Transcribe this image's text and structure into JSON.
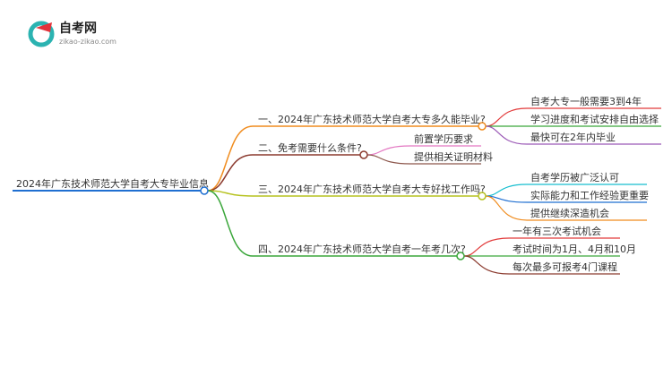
{
  "logo": {
    "name": "自考网",
    "url": "zikao-zikao.com"
  },
  "mindmap": {
    "root": "2024年广东技术师范大学自考大专毕业信息",
    "branches": [
      {
        "label": "一、2024年广东技术师范大学自考大专多久能毕业?",
        "color": "#f08c1e",
        "children": [
          {
            "label": "自考大专一般需要3到4年",
            "color": "#e23b3b"
          },
          {
            "label": "学习进度和考试安排自由选择",
            "color": "#3aa63a"
          },
          {
            "label": "最快可在2年内毕业",
            "color": "#9b59b6"
          }
        ]
      },
      {
        "label": "二、免考需要什么条件?",
        "color": "#8b3a2e",
        "children": [
          {
            "label": "前置学历要求",
            "color": "#e377c2"
          },
          {
            "label": "提供相关证明材料",
            "color": "#8c564b"
          }
        ]
      },
      {
        "label": "三、2024年广东技术师范大学自考大专好找工作吗?",
        "color": "#b6c21f",
        "children": [
          {
            "label": "自考学历被广泛认可",
            "color": "#17becf"
          },
          {
            "label": "实际能力和工作经验更重要",
            "color": "#1f6fd1"
          },
          {
            "label": "提供继续深造机会",
            "color": "#f08c1e"
          }
        ]
      },
      {
        "label": "四、2024年广东技术师范大学自考一年考几次?",
        "color": "#3aa63a",
        "children": [
          {
            "label": "一年有三次考试机会",
            "color": "#e23b3b"
          },
          {
            "label": "考试时间为1月、4月和10月",
            "color": "#3aa63a"
          },
          {
            "label": "每次最多可报考4门课程",
            "color": "#8b3a2e"
          }
        ]
      }
    ]
  },
  "colors": {
    "root_line": "#1f6fd1",
    "logo_teal": "#2bb3b1",
    "logo_red": "#e2333b"
  }
}
